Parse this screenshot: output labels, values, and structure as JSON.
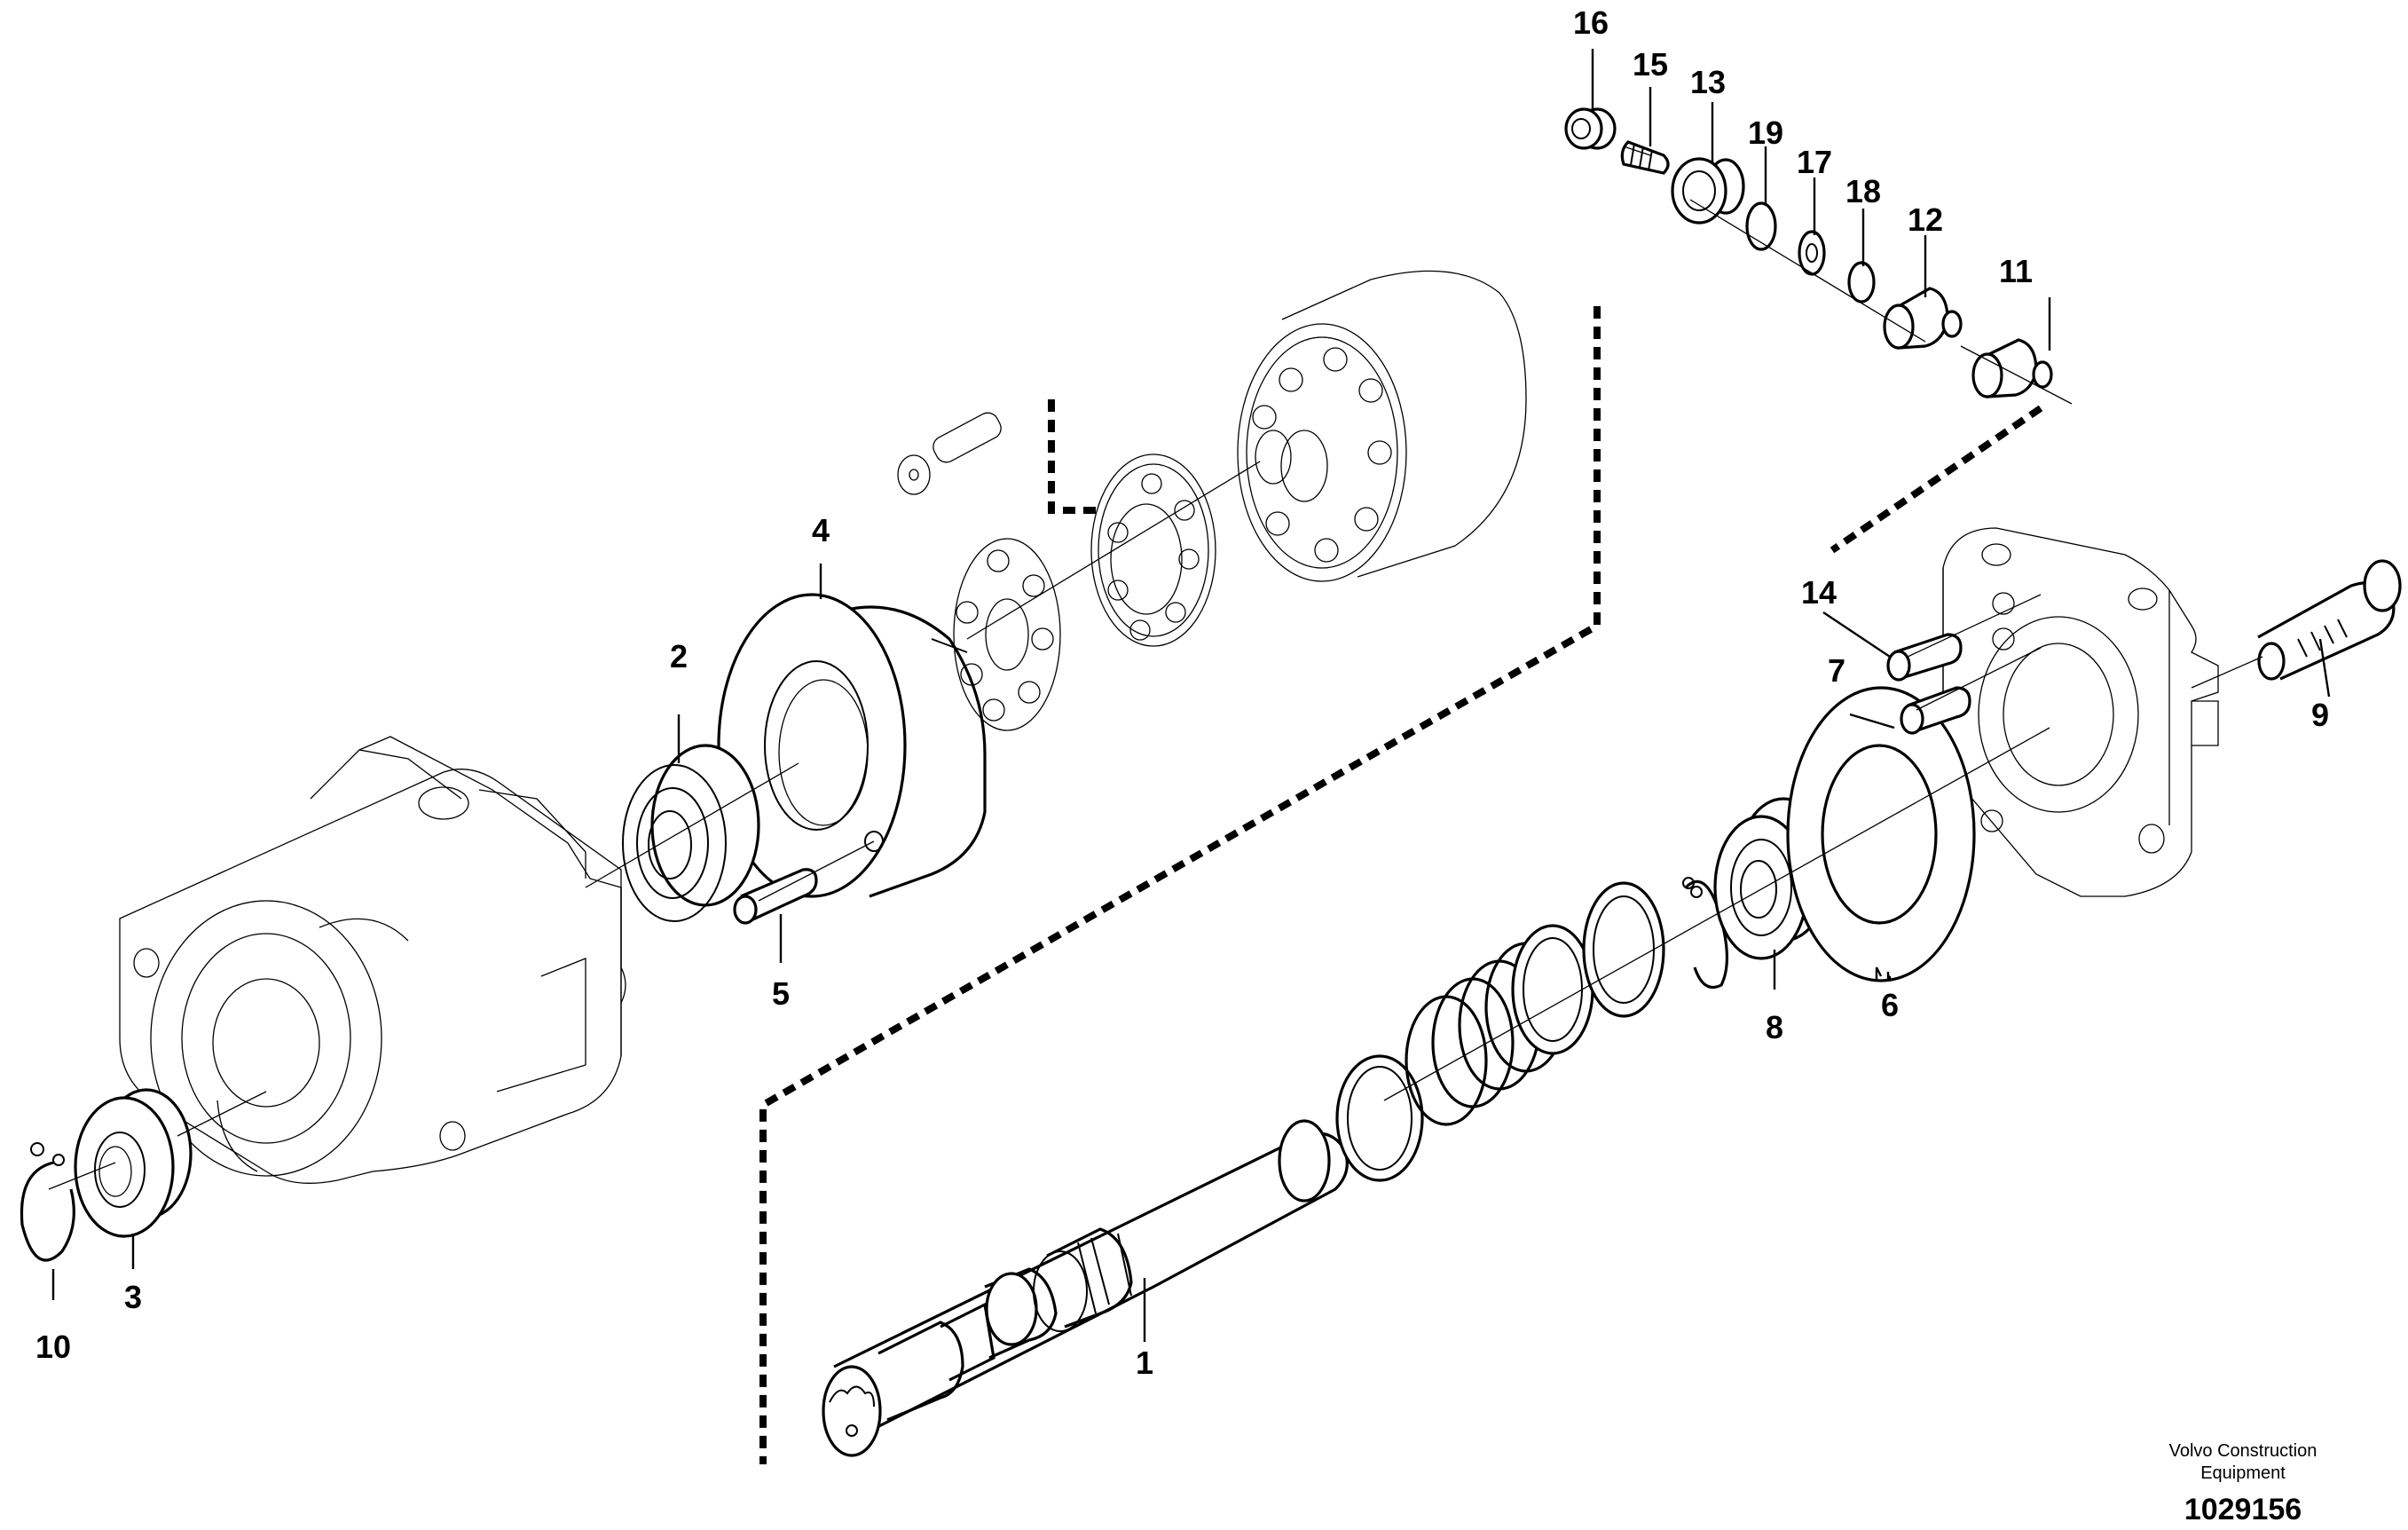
{
  "parts": [
    {
      "key": "1",
      "label": "1"
    },
    {
      "key": "2",
      "label": "2"
    },
    {
      "key": "3",
      "label": "3"
    },
    {
      "key": "4",
      "label": "4"
    },
    {
      "key": "5",
      "label": "5"
    },
    {
      "key": "6",
      "label": "6"
    },
    {
      "key": "7",
      "label": "7"
    },
    {
      "key": "8",
      "label": "8"
    },
    {
      "key": "9",
      "label": "9"
    },
    {
      "key": "10",
      "label": "10"
    },
    {
      "key": "11",
      "label": "11"
    },
    {
      "key": "12",
      "label": "12"
    },
    {
      "key": "13",
      "label": "13"
    },
    {
      "key": "14",
      "label": "14"
    },
    {
      "key": "15",
      "label": "15"
    },
    {
      "key": "16",
      "label": "16"
    },
    {
      "key": "17",
      "label": "17"
    },
    {
      "key": "18",
      "label": "18"
    },
    {
      "key": "19",
      "label": "19"
    }
  ],
  "footer": {
    "maker_line1": "Volvo Construction",
    "maker_line2": "Equipment",
    "drawing_number": "1029156"
  }
}
